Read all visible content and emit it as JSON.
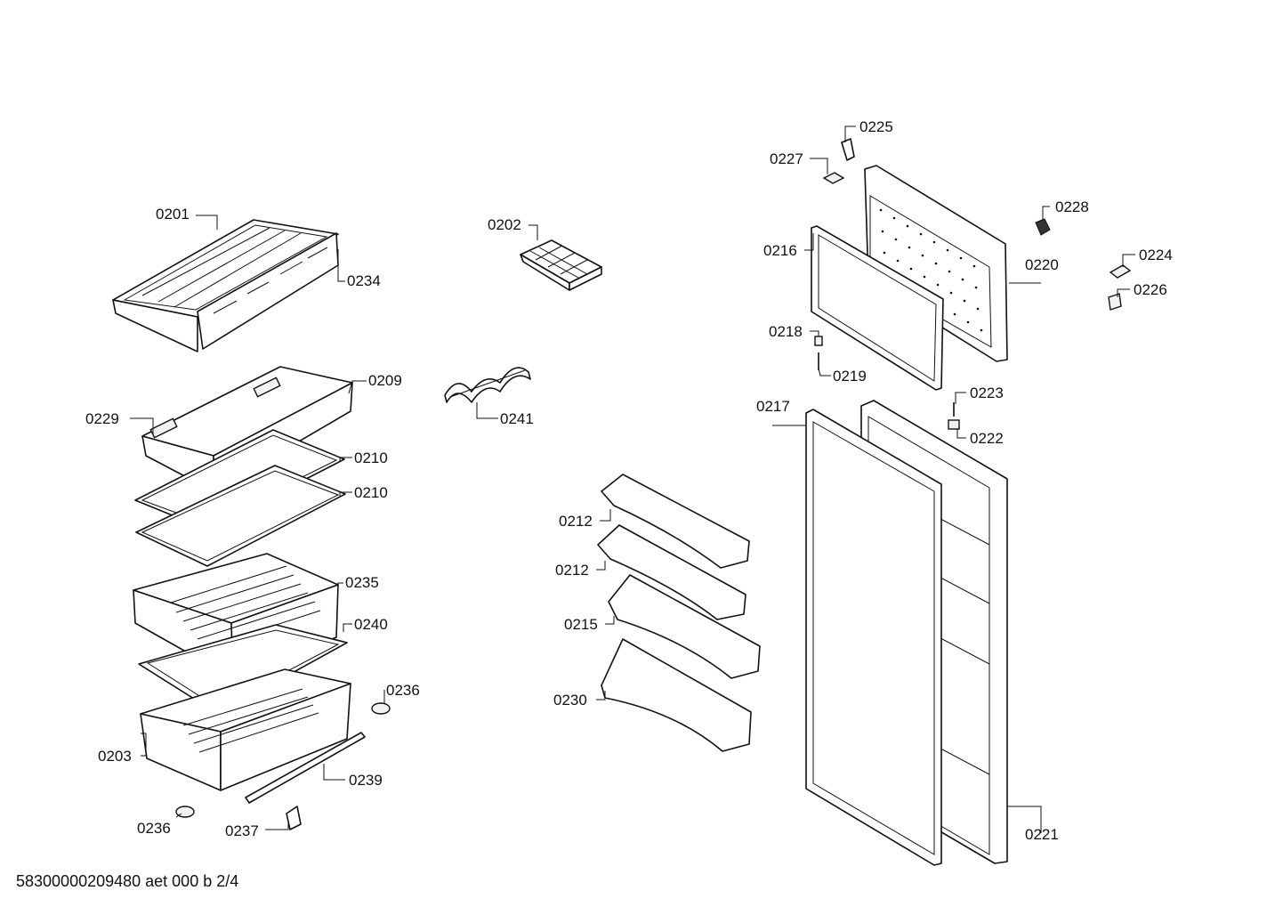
{
  "diagram": {
    "document_id": "58300000209480 aet 000 b 2/4",
    "callouts": {
      "c0201": "0201",
      "c0234": "0234",
      "c0202": "0202",
      "c0241": "0241",
      "c0209": "0209",
      "c0229": "0229",
      "c0210a": "0210",
      "c0210b": "0210",
      "c0235": "0235",
      "c0240": "0240",
      "c0236a": "0236",
      "c0203": "0203",
      "c0239": "0239",
      "c0236b": "0236",
      "c0237": "0237",
      "c0212a": "0212",
      "c0212b": "0212",
      "c0215": "0215",
      "c0230": "0230",
      "c0225": "0225",
      "c0227": "0227",
      "c0228": "0228",
      "c0216": "0216",
      "c0220": "0220",
      "c0224": "0224",
      "c0226": "0226",
      "c0218": "0218",
      "c0219": "0219",
      "c0217": "0217",
      "c0223": "0223",
      "c0222": "0222",
      "c0221": "0221"
    }
  }
}
